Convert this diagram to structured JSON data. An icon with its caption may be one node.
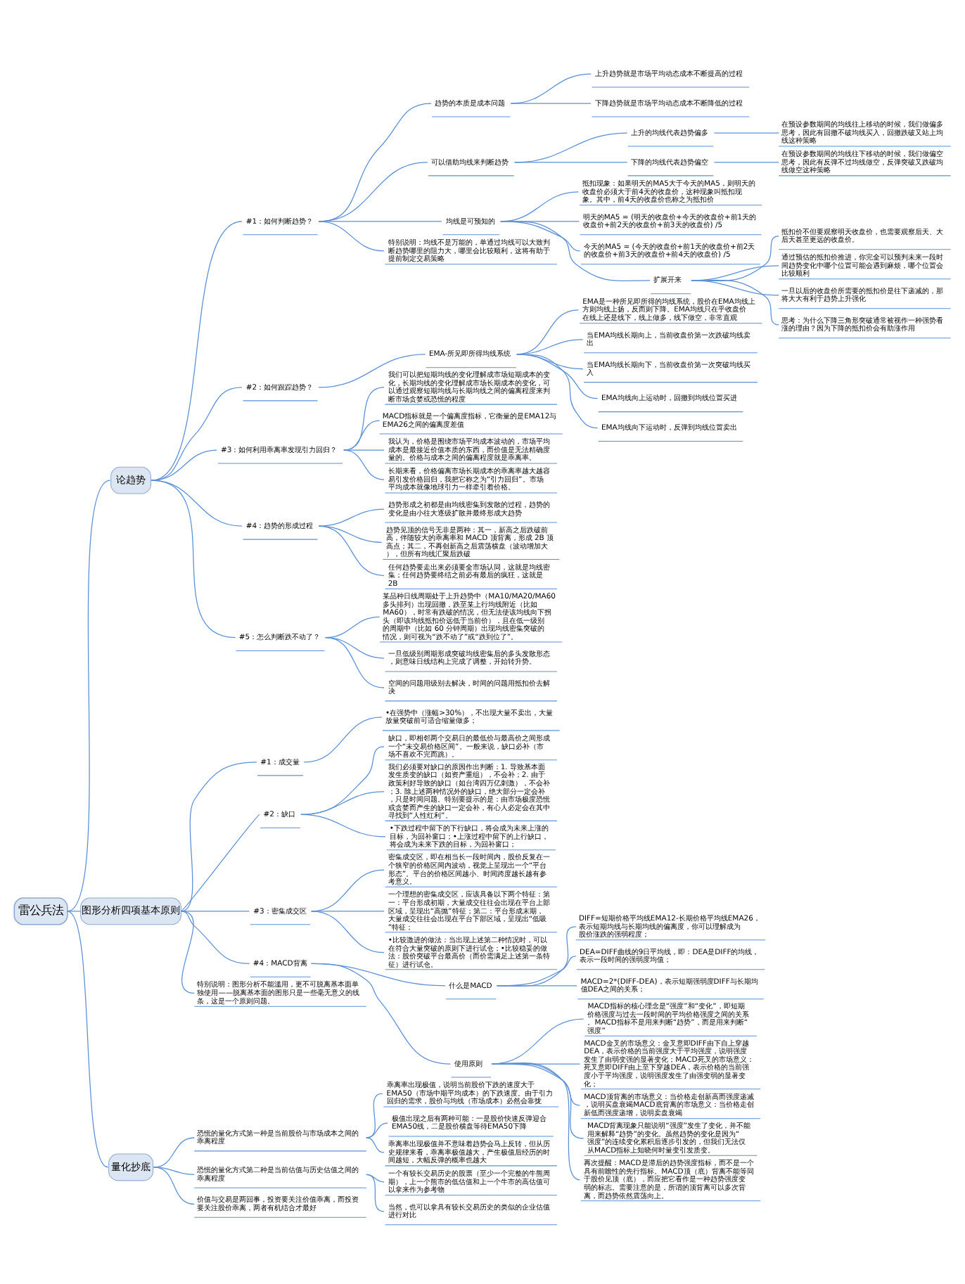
{
  "diagram": {
    "nodes": [
      {
        "text": [
          "雷公兵法"
        ]
      },
      {
        "text": [
          "论趋势"
        ]
      },
      {
        "text": [
          "#1：如何判断趋势？"
        ]
      },
      {
        "text": [
          "趋势的本质是成本问题"
        ]
      },
      {
        "text": [
          "上升趋势就是市场平均动态成本不断提高的过程"
        ]
      },
      {
        "text": [
          "下降趋势就是市场平均动态成本不断降低的过程"
        ]
      },
      {
        "text": [
          "可以借助均线来判断趋势"
        ]
      },
      {
        "text": [
          "上升的均线代表趋势偏多"
        ]
      },
      {
        "text": [
          "在预设参数期间的均线往上移动的时候，我们做偏多思考，因此有回撤不破均线买入，回撤跌破又站上均线这种策略"
        ]
      },
      {
        "text": [
          "下降的均线代表趋势偏空"
        ]
      },
      {
        "text": [
          "在预设参数期间的均线往下移动的时候，我们做偏空思考，因此有反弹不过均线做空，反弹突破又跌破均线做空这种策略"
        ]
      },
      {
        "text": [
          "均线是可预知的"
        ]
      },
      {
        "text": [
          "抵扣现象：如果明天的MA5大于今天的MA5，则明天的收盘价必须大于前4天的收盘价，这种现象叫抵扣现象。其中，前4天的收盘价也称之为抵扣价"
        ]
      },
      {
        "text": [
          "明天的MA5 = (明天的收盘价+今天的收盘价+前1天的收盘价+前2天的收盘价+前3天的收盘价) /5"
        ]
      },
      {
        "text": [
          "今天的MA5 = (今天的收盘价+前1天的收盘价+前2天的收盘价+前3天的收盘价+前4天的收盘价) /5"
        ]
      },
      {
        "text": [
          "扩展开来"
        ]
      },
      {
        "text": [
          "抵扣价不但要观察明天收盘价，也需要观察后天、大后天甚至更远的收盘价。"
        ]
      },
      {
        "text": [
          "通过预估的抵扣价推进，你完全可以预判未来一段时间趋势变化中哪个位置可能会遇到麻烦，哪个位置会比较顺利"
        ]
      },
      {
        "text": [
          "一旦以后的收盘价所需要的抵扣价是往下递减的，那将大大有利于趋势上升强化"
        ]
      },
      {
        "text": [
          "思考：为什么下降三角形突破通常被视作一种强势看涨的理由？因为下降的抵扣价会有助涨作用"
        ]
      },
      {
        "text": [
          "特别说明：均线不是万能的，单通过均线可以大致判断趋势哪里的阻力大，哪里会比较顺利，这将有助于提前制定交易策略"
        ]
      },
      {
        "text": [
          "#2：如何跟踪趋势？"
        ]
      },
      {
        "text": [
          "EMA-所见即所得均线系统"
        ]
      },
      {
        "text": [
          "EMA是一种所见即所得的均线系统，股价在EMA均线上方则均线上扬，反而则下降。EMA均线只在乎收盘价在线上还是线下，线上做多，线下做空，非常直观"
        ]
      },
      {
        "text": [
          "当EMA均线长期向上，当前收盘价第一次跌破均线卖出"
        ]
      },
      {
        "text": [
          "当EMA均线长期向下，当前收盘价第一次突破均线买入"
        ]
      },
      {
        "text": [
          "EMA均线向上运动时，回撤到均线位置买进"
        ]
      },
      {
        "text": [
          "EMA均线向下运动时，反弹到均线位置卖出"
        ]
      },
      {
        "text": [
          "#3：如何利用乖离率发现引力回归？"
        ]
      },
      {
        "text": [
          "我们可以把短期均线的变化理解成市场短期成本的变化，长期均线的变化理解成市场长期成本的变化，可以通过观察短期均线与长期均线之间的偏离程度来判断市场贪婪或恐慌的程度"
        ]
      },
      {
        "text": [
          "MACD指标就是一个偏离度指标，它衡量的是EMA12与EMA26之间的偏离度差值"
        ]
      },
      {
        "text": [
          "我认为，价格是围绕市场平均成本波动的，市场平均成本是最接近价值本质的东西，而价值是无法精确度量的。价格与成本之间的偏离程度就是乖离率。"
        ]
      },
      {
        "text": [
          "长期来看，价格偏离市场长期成本的乖离率越大越容易引发价格回归，我把它称之为“引力回归”。市场平均成本就像地球引力一样牵引着价格。"
        ]
      },
      {
        "text": [
          "#4：趋势的形成过程"
        ]
      },
      {
        "text": [
          "趋势形成之初都是由均线密集到发散的过程，趋势的变化是由小往大逐级扩散并最终形成大趋势"
        ]
      },
      {
        "text": [
          "趋势见顶的信号无非是两种：其一，新高之后跌破前高，伴随较大的乖离率和 MACD 顶背离，形成 2B 顶高点；其二，不再创新高之后震荡横盘（波动增加大），但所有均线汇聚后跌破"
        ]
      },
      {
        "text": [
          "任何趋势要走出来必须要全市场认同，这就是均线密集；任何趋势要终结之前必有最后的疯狂，这就是 2B"
        ]
      },
      {
        "text": [
          "#5：怎么判断跌不动了？"
        ]
      },
      {
        "text": [
          "某品种日线周期处于上升趋势中（MA10/MA20/MA60 多头排列）出现回撤，跌至某上行均线附近（比如 MA60），时常有跌破的情况，但无法使该均线向下拐头（即该均线抵扣价远低于当前价），且在低一级别的周期中（比如 60 分钟周期）出现均线密集突破的情况，则可视为“跌不动了”或“跌到位了”。"
        ]
      },
      {
        "text": [
          "一旦低级别周期形成突破均线密集后的多头发散形态，则意味日线结构上完成了调整，开始转升势。"
        ]
      },
      {
        "text": [
          "空间的问题用级别去解决，时间的问题用抵扣价去解决"
        ]
      },
      {
        "text": [
          "图形分析四项基本原则"
        ]
      },
      {
        "text": [
          "#1：成交量"
        ]
      },
      {
        "text": [
          "•在强势中（涨幅>30%），不出现大量不卖出，大量放量突破前可适合缩量做多；"
        ]
      },
      {
        "text": [
          "#2：缺口"
        ]
      },
      {
        "text": [
          "缺口，即相邻两个交易日的最低价与最高价之间形成一个“未交易价格区间”。一般来说，缺口必补（市场不喜欢不完而跳）。"
        ]
      },
      {
        "text": [
          "我们必须要对缺口的原因作出判断：1. 导致基本面发生质变的缺口（如资产重组），不会补；2. 由于政策利好导致的缺口（如台湾四万亿刺激），不会补；3. 除上述两种情况外的缺口，绝大部分一定会补，只是时间问题。特别要提示的是：由市场极度恐慌或贪婪而产生的缺口一定会补，有心人必定会在其中寻找到“人性红利”。"
        ]
      },
      {
        "text": [
          "•下跌过程中留下的下行缺口，将会成为未来上涨的目标，为回补窗口；•上涨过程中留下的上行缺口，将会成为未来下跌的目标，为回补窗口；"
        ]
      },
      {
        "text": [
          "#3：密集成交区"
        ]
      },
      {
        "text": [
          "密集成交区，即在相当长一段时间内，股价反复在一个狭窄的价格区间内波动，视觉上呈现出一个“平台形态”。平台的价格区间越小、时间跨度越长越有参考意义。"
        ]
      },
      {
        "text": [
          "一个理想的密集成交区，应该具备以下两个特征：第一：平台形成初期，大量成交往往会出现在平台上部区域，呈现出“高抛”特征；第二：平台形成末期，大量成交往往会出现在平台下部区域，呈现出“低吸”特征；"
        ]
      },
      {
        "text": [
          "•比较激进的做法：当出现上述第二种情况时，可以在符合大量突破的原则下进行试仓；•比较稳妥的做法：股价突破平台最高价（而价需满足上述第一条特征）进行试仓。"
        ]
      },
      {
        "text": [
          "#4：MACD背离"
        ]
      },
      {
        "text": [
          "什么是MACD"
        ]
      },
      {
        "text": [
          "DIFF=短期价格平均线EMA12-长期价格平均线EMA26，表示短期均线与长期均线的偏离度，你可以理解成为股价涨跌的强弱程度；"
        ]
      },
      {
        "text": [
          "DEA=DIFF曲线的9日平均线，即：DEA是DIFF的均线，表示一段时间的强弱度均值；"
        ]
      },
      {
        "text": [
          "MACD=2*(DIFF-DEA)，表示短期强弱度DIFF与长期均值DEA之间的关系；"
        ]
      },
      {
        "text": [
          "使用原则"
        ]
      },
      {
        "text": [
          "MACD指标的核心理念是“强度”和“变化”，即短期价格强度与过去一段时间的平均价格强度之间的关系。MACD指标不是用来判断“趋势”，而是用来判断“强度”"
        ]
      },
      {
        "text": [
          "MACD金叉的市场意义：金叉意即DIFF由下自上穿越DEA，表示价格的当前强度大于平均强度，说明强度发生了由弱变强的显著变化；MACD死叉的市场意义：死叉意即DIFF由上至下穿越DEA，表示价格的当前强度小于平均强度，说明强度发生了由强变弱的显著变化；"
        ]
      },
      {
        "text": [
          "MACD顶背离的市场意义：当价格走创新高而强度递减，说明买盘衰竭MACD底背离的市场意义：当价格走创新低而强度递增，说明卖盘衰竭"
        ]
      },
      {
        "text": [
          "MACD背离现象只能说明“强度”发生了变化，并不能用来解释“趋势”的变化。虽然趋势的变化是因为“强度”的连续变化累积后逐步引发的，但我们无法仅从MACD指标上知晓何时量变引发质变。"
        ]
      },
      {
        "text": [
          "再次提醒：MACD是滞后的趋势强度指标，而不是一个具有前瞻性的先行指标。MACD顶（底）背离不能等同于股价见顶（底），而应把它看作是一种趋势强度变弱的标志。需要注意的是，所谓的顶背离可以多次背离，而趋势依然震荡向上。"
        ]
      },
      {
        "text": [
          "特别说明：图形分析不能滥用，更不可脱离基本面单独使用——脱离基本面的图形只是一些毫无意义的线条，这是一个原则问题。"
        ]
      },
      {
        "text": [
          "量化抄底"
        ]
      },
      {
        "text": [
          "恐慌的量化方式第一种是当前股价与市场成本之间的乖离程度"
        ]
      },
      {
        "text": [
          "乖离率出现极值，说明当前股价下跌的速度大于EMA50（市场中期平均成本）的下跌速度。由于引力回归的需求，股价与均线（市场成本）必然会靠拢"
        ]
      },
      {
        "text": [
          "极值出现之后有两种可能：一是股价快速反弹迎合EMA50线，二是股价横盘等待EMA50下降"
        ]
      },
      {
        "text": [
          "乖离率出现极值并不意味着趋势会马上反转，但从历史规律来看，乖离率极值越大，产生极值后经历的时间越短，大幅反弹的概率也越大"
        ]
      },
      {
        "text": [
          "恐慌的量化方式第二种是当前估值与历史估值之间的乖离程度"
        ]
      },
      {
        "text": [
          "一个有较长交易历史的股票（至少一个完整的牛熊周期），上一个熊市的低估值和上一个牛市的高估值可以拿来作为参考物"
        ]
      },
      {
        "text": [
          "当然，也可以拿具有较长交易历史的类似的企业估值进行对比"
        ]
      },
      {
        "text": [
          "价值与交易是两回事，投资要关注价值乖离，而投资要关注股价乖离，两者有机结合才最好"
        ]
      }
    ],
    "edges": [
      {
        "from": 0,
        "to": 1,
        "arrow": "none"
      },
      {
        "from": 1,
        "to": 2,
        "arrow": "none"
      },
      {
        "from": 2,
        "to": 3,
        "arrow": "none"
      },
      {
        "from": 3,
        "to": 4,
        "arrow": "none"
      },
      {
        "from": 3,
        "to": 5,
        "arrow": "none"
      },
      {
        "from": 2,
        "to": 6,
        "arrow": "none"
      },
      {
        "from": 6,
        "to": 7,
        "arrow": "none"
      },
      {
        "from": 7,
        "to": 8,
        "arrow": "none"
      },
      {
        "from": 6,
        "to": 9,
        "arrow": "none"
      },
      {
        "from": 9,
        "to": 10,
        "arrow": "none"
      },
      {
        "from": 2,
        "to": 11,
        "arrow": "none"
      },
      {
        "from": 11,
        "to": 12,
        "arrow": "none"
      },
      {
        "from": 11,
        "to": 13,
        "arrow": "none"
      },
      {
        "from": 11,
        "to": 14,
        "arrow": "none"
      },
      {
        "from": 11,
        "to": 15,
        "arrow": "none"
      },
      {
        "from": 15,
        "to": 16,
        "arrow": "none"
      },
      {
        "from": 15,
        "to": 17,
        "arrow": "none"
      },
      {
        "from": 15,
        "to": 18,
        "arrow": "none"
      },
      {
        "from": 15,
        "to": 19,
        "arrow": "none"
      },
      {
        "from": 2,
        "to": 20,
        "arrow": "none"
      },
      {
        "from": 1,
        "to": 21,
        "arrow": "none"
      },
      {
        "from": 21,
        "to": 22,
        "arrow": "none"
      },
      {
        "from": 22,
        "to": 23,
        "arrow": "none"
      },
      {
        "from": 22,
        "to": 24,
        "arrow": "none"
      },
      {
        "from": 22,
        "to": 25,
        "arrow": "none"
      },
      {
        "from": 22,
        "to": 26,
        "arrow": "none"
      },
      {
        "from": 22,
        "to": 27,
        "arrow": "none"
      },
      {
        "from": 1,
        "to": 28,
        "arrow": "none"
      },
      {
        "from": 28,
        "to": 29,
        "arrow": "none"
      },
      {
        "from": 28,
        "to": 30,
        "arrow": "none"
      },
      {
        "from": 28,
        "to": 31,
        "arrow": "none"
      },
      {
        "from": 28,
        "to": 32,
        "arrow": "none"
      },
      {
        "from": 1,
        "to": 33,
        "arrow": "none"
      },
      {
        "from": 33,
        "to": 34,
        "arrow": "none"
      },
      {
        "from": 33,
        "to": 35,
        "arrow": "none"
      },
      {
        "from": 33,
        "to": 36,
        "arrow": "none"
      },
      {
        "from": 1,
        "to": 37,
        "arrow": "none"
      },
      {
        "from": 37,
        "to": 38,
        "arrow": "none"
      },
      {
        "from": 37,
        "to": 39,
        "arrow": "none"
      },
      {
        "from": 37,
        "to": 40,
        "arrow": "none"
      },
      {
        "from": 0,
        "to": 41,
        "arrow": "none"
      },
      {
        "from": 41,
        "to": 42,
        "arrow": "none"
      },
      {
        "from": 42,
        "to": 43,
        "arrow": "none"
      },
      {
        "from": 41,
        "to": 44,
        "arrow": "none"
      },
      {
        "from": 44,
        "to": 45,
        "arrow": "none"
      },
      {
        "from": 44,
        "to": 46,
        "arrow": "none"
      },
      {
        "from": 44,
        "to": 47,
        "arrow": "none"
      },
      {
        "from": 41,
        "to": 48,
        "arrow": "none"
      },
      {
        "from": 48,
        "to": 49,
        "arrow": "none"
      },
      {
        "from": 48,
        "to": 50,
        "arrow": "none"
      },
      {
        "from": 48,
        "to": 51,
        "arrow": "none"
      },
      {
        "from": 41,
        "to": 52,
        "arrow": "none"
      },
      {
        "from": 52,
        "to": 53,
        "arrow": "none"
      },
      {
        "from": 53,
        "to": 54,
        "arrow": "none"
      },
      {
        "from": 53,
        "to": 55,
        "arrow": "none"
      },
      {
        "from": 53,
        "to": 56,
        "arrow": "none"
      },
      {
        "from": 52,
        "to": 57,
        "arrow": "none"
      },
      {
        "from": 57,
        "to": 58,
        "arrow": "none"
      },
      {
        "from": 57,
        "to": 59,
        "arrow": "none"
      },
      {
        "from": 57,
        "to": 60,
        "arrow": "none"
      },
      {
        "from": 57,
        "to": 61,
        "arrow": "none"
      },
      {
        "from": 57,
        "to": 62,
        "arrow": "none"
      },
      {
        "from": 41,
        "to": 63,
        "arrow": "none"
      },
      {
        "from": 0,
        "to": 64,
        "arrow": "none"
      },
      {
        "from": 64,
        "to": 65,
        "arrow": "none"
      },
      {
        "from": 65,
        "to": 66,
        "arrow": "none"
      },
      {
        "from": 65,
        "to": 67,
        "arrow": "none"
      },
      {
        "from": 65,
        "to": 68,
        "arrow": "none"
      },
      {
        "from": 64,
        "to": 69,
        "arrow": "none"
      },
      {
        "from": 69,
        "to": 70,
        "arrow": "none"
      },
      {
        "from": 69,
        "to": 71,
        "arrow": "none"
      },
      {
        "from": 64,
        "to": 72,
        "arrow": "none"
      }
    ]
  }
}
